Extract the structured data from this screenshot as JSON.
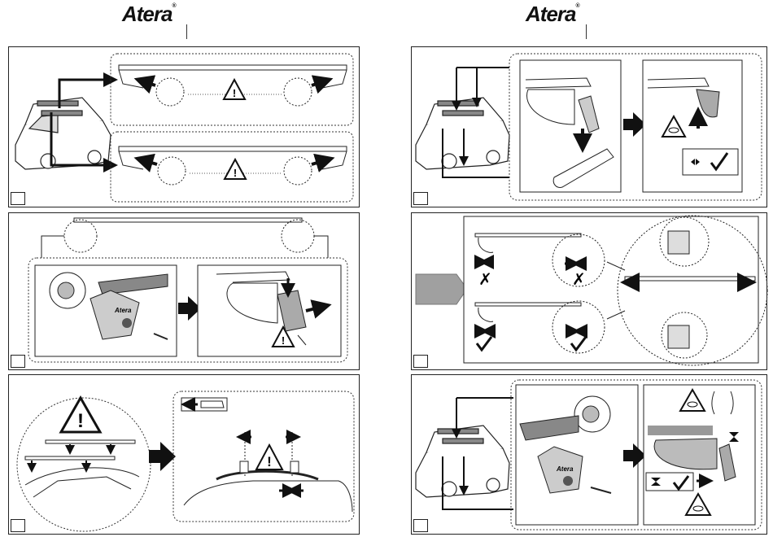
{
  "brand": {
    "left_logo": "Atera",
    "right_logo": "Atera",
    "registered_mark": "®"
  },
  "panels": [
    {
      "id": "panel-1",
      "car_badge_text": ""
    },
    {
      "id": "panel-2",
      "carrier_badge": "Atera"
    },
    {
      "id": "panel-3"
    },
    {
      "id": "panel-4"
    },
    {
      "id": "panel-5"
    },
    {
      "id": "panel-6",
      "carrier_badge": "Atera"
    }
  ],
  "icons": {
    "warning": "warning-triangle-icon",
    "check": "check-mark-icon",
    "cross": "cross-mark-icon",
    "arrow": "direction-arrow-icon",
    "read-manual": "read-manual-eye-icon"
  },
  "colors": {
    "line": "#222222",
    "fill_gray": "#a0a0a0",
    "bar_gray": "#999999"
  }
}
